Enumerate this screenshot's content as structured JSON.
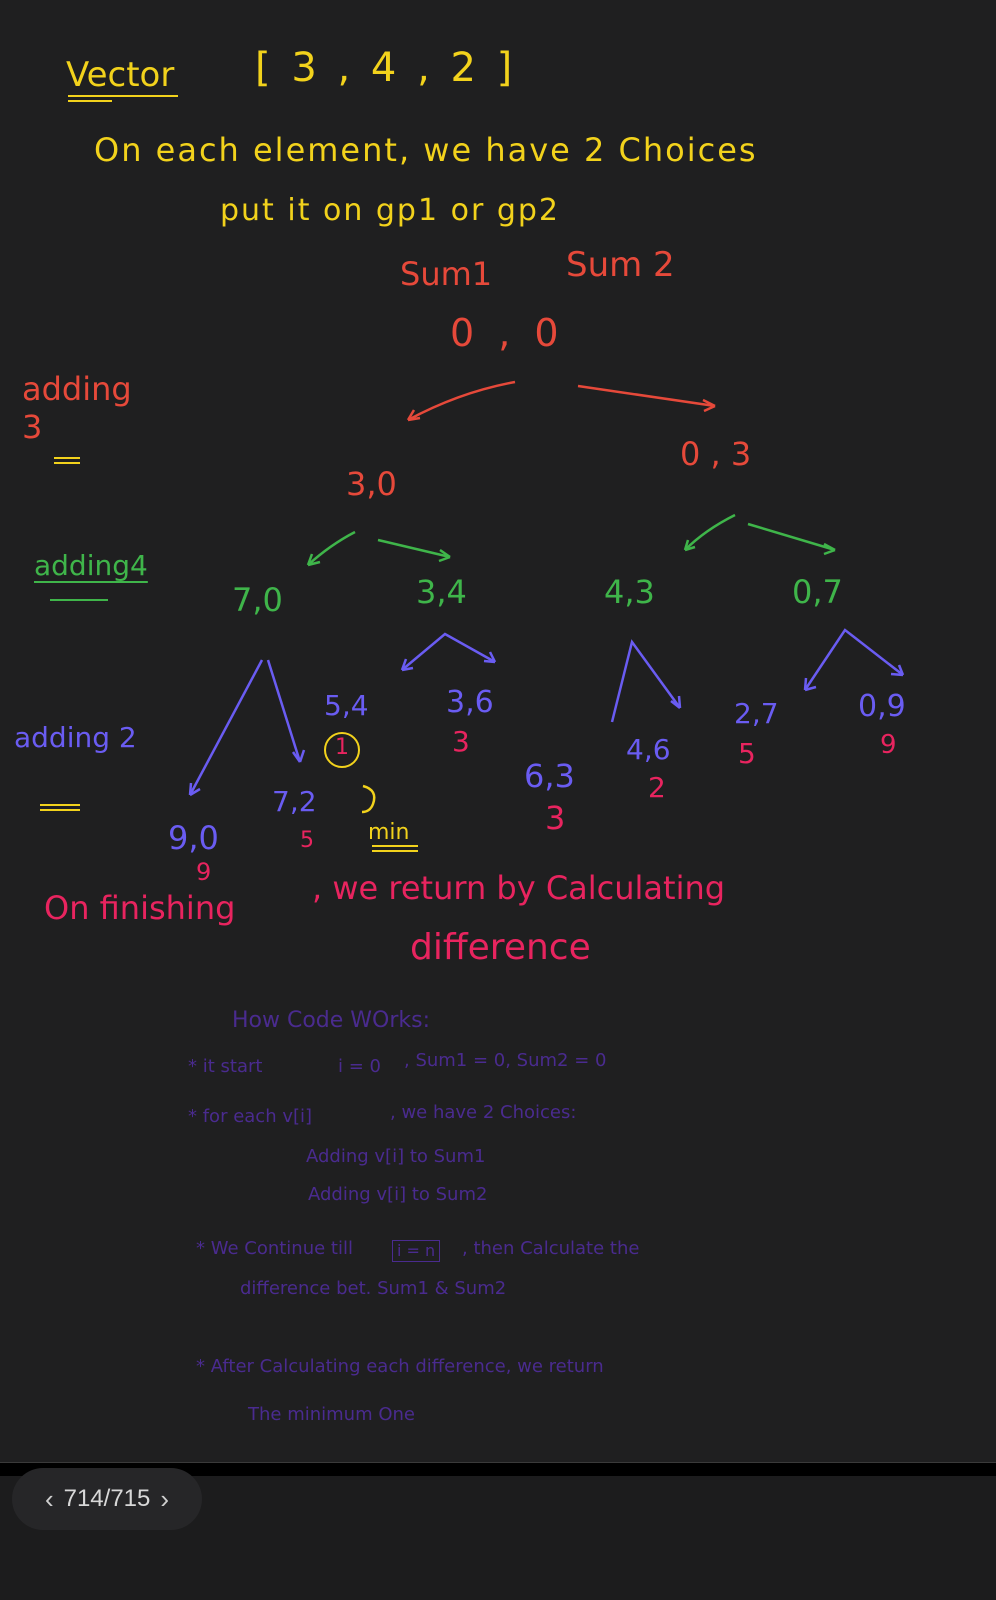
{
  "notes": {
    "title": "Vector",
    "vector": "[ 3 , 4 , 2 ]",
    "line1": "On each element, we have 2 Choices",
    "line2": "put it on gp1 or gp2",
    "sum1": "Sum1",
    "sum2": "Sum 2",
    "root": "0 , 0",
    "level1_label": "adding 3",
    "n_30": "3,0",
    "n_03": "0 , 3",
    "level2_label": "adding4",
    "n_70": "7,0",
    "n_34": "3,4",
    "n_43": "4,3",
    "n_07": "0,7",
    "level3_label": "adding 2",
    "n_90": "9,0",
    "d_90": "9",
    "n_72": "7,2",
    "d_72": "5",
    "n_54": "5,4",
    "d_54": "1",
    "min_label": "min",
    "n_36": "3,6",
    "d_36": "3",
    "n_63": "6,3",
    "d_63": "3",
    "n_46": "4,6",
    "d_46": "2",
    "n_27": "2,7",
    "d_27": "5",
    "n_09": "0,9",
    "d_09": "9",
    "finish_1": "On finishing",
    "finish_2": ", we return by Calculating",
    "finish_3": "difference",
    "how_title": "How Code WOrks:",
    "how_1": "* it start",
    "how_1b": "i = 0",
    "how_1c": ", Sum1 = 0, Sum2 = 0",
    "how_2": "* for each v[i]",
    "how_2b": ", we have 2 Choices:",
    "how_2c": "Adding v[i] to Sum1",
    "how_2d": "Adding v[i] to Sum2",
    "how_3": "* We Continue till",
    "how_3b": "i = n",
    "how_3c": ", then Calculate the",
    "how_3d": "difference bet. Sum1 & Sum2",
    "how_4": "* After Calculating each difference, we return",
    "how_4b": "The minimum One"
  },
  "pager": {
    "label": "714/715",
    "prev_icon": "chevron-left-icon",
    "next_icon": "chevron-right-icon"
  },
  "colors": {
    "background": "#1f1f20",
    "yellow": "#f2d21c",
    "red": "#e6493a",
    "green": "#3fb54a",
    "blue": "#6a5cf2",
    "magenta": "#e8245f",
    "purple": "#4a2b8f"
  }
}
